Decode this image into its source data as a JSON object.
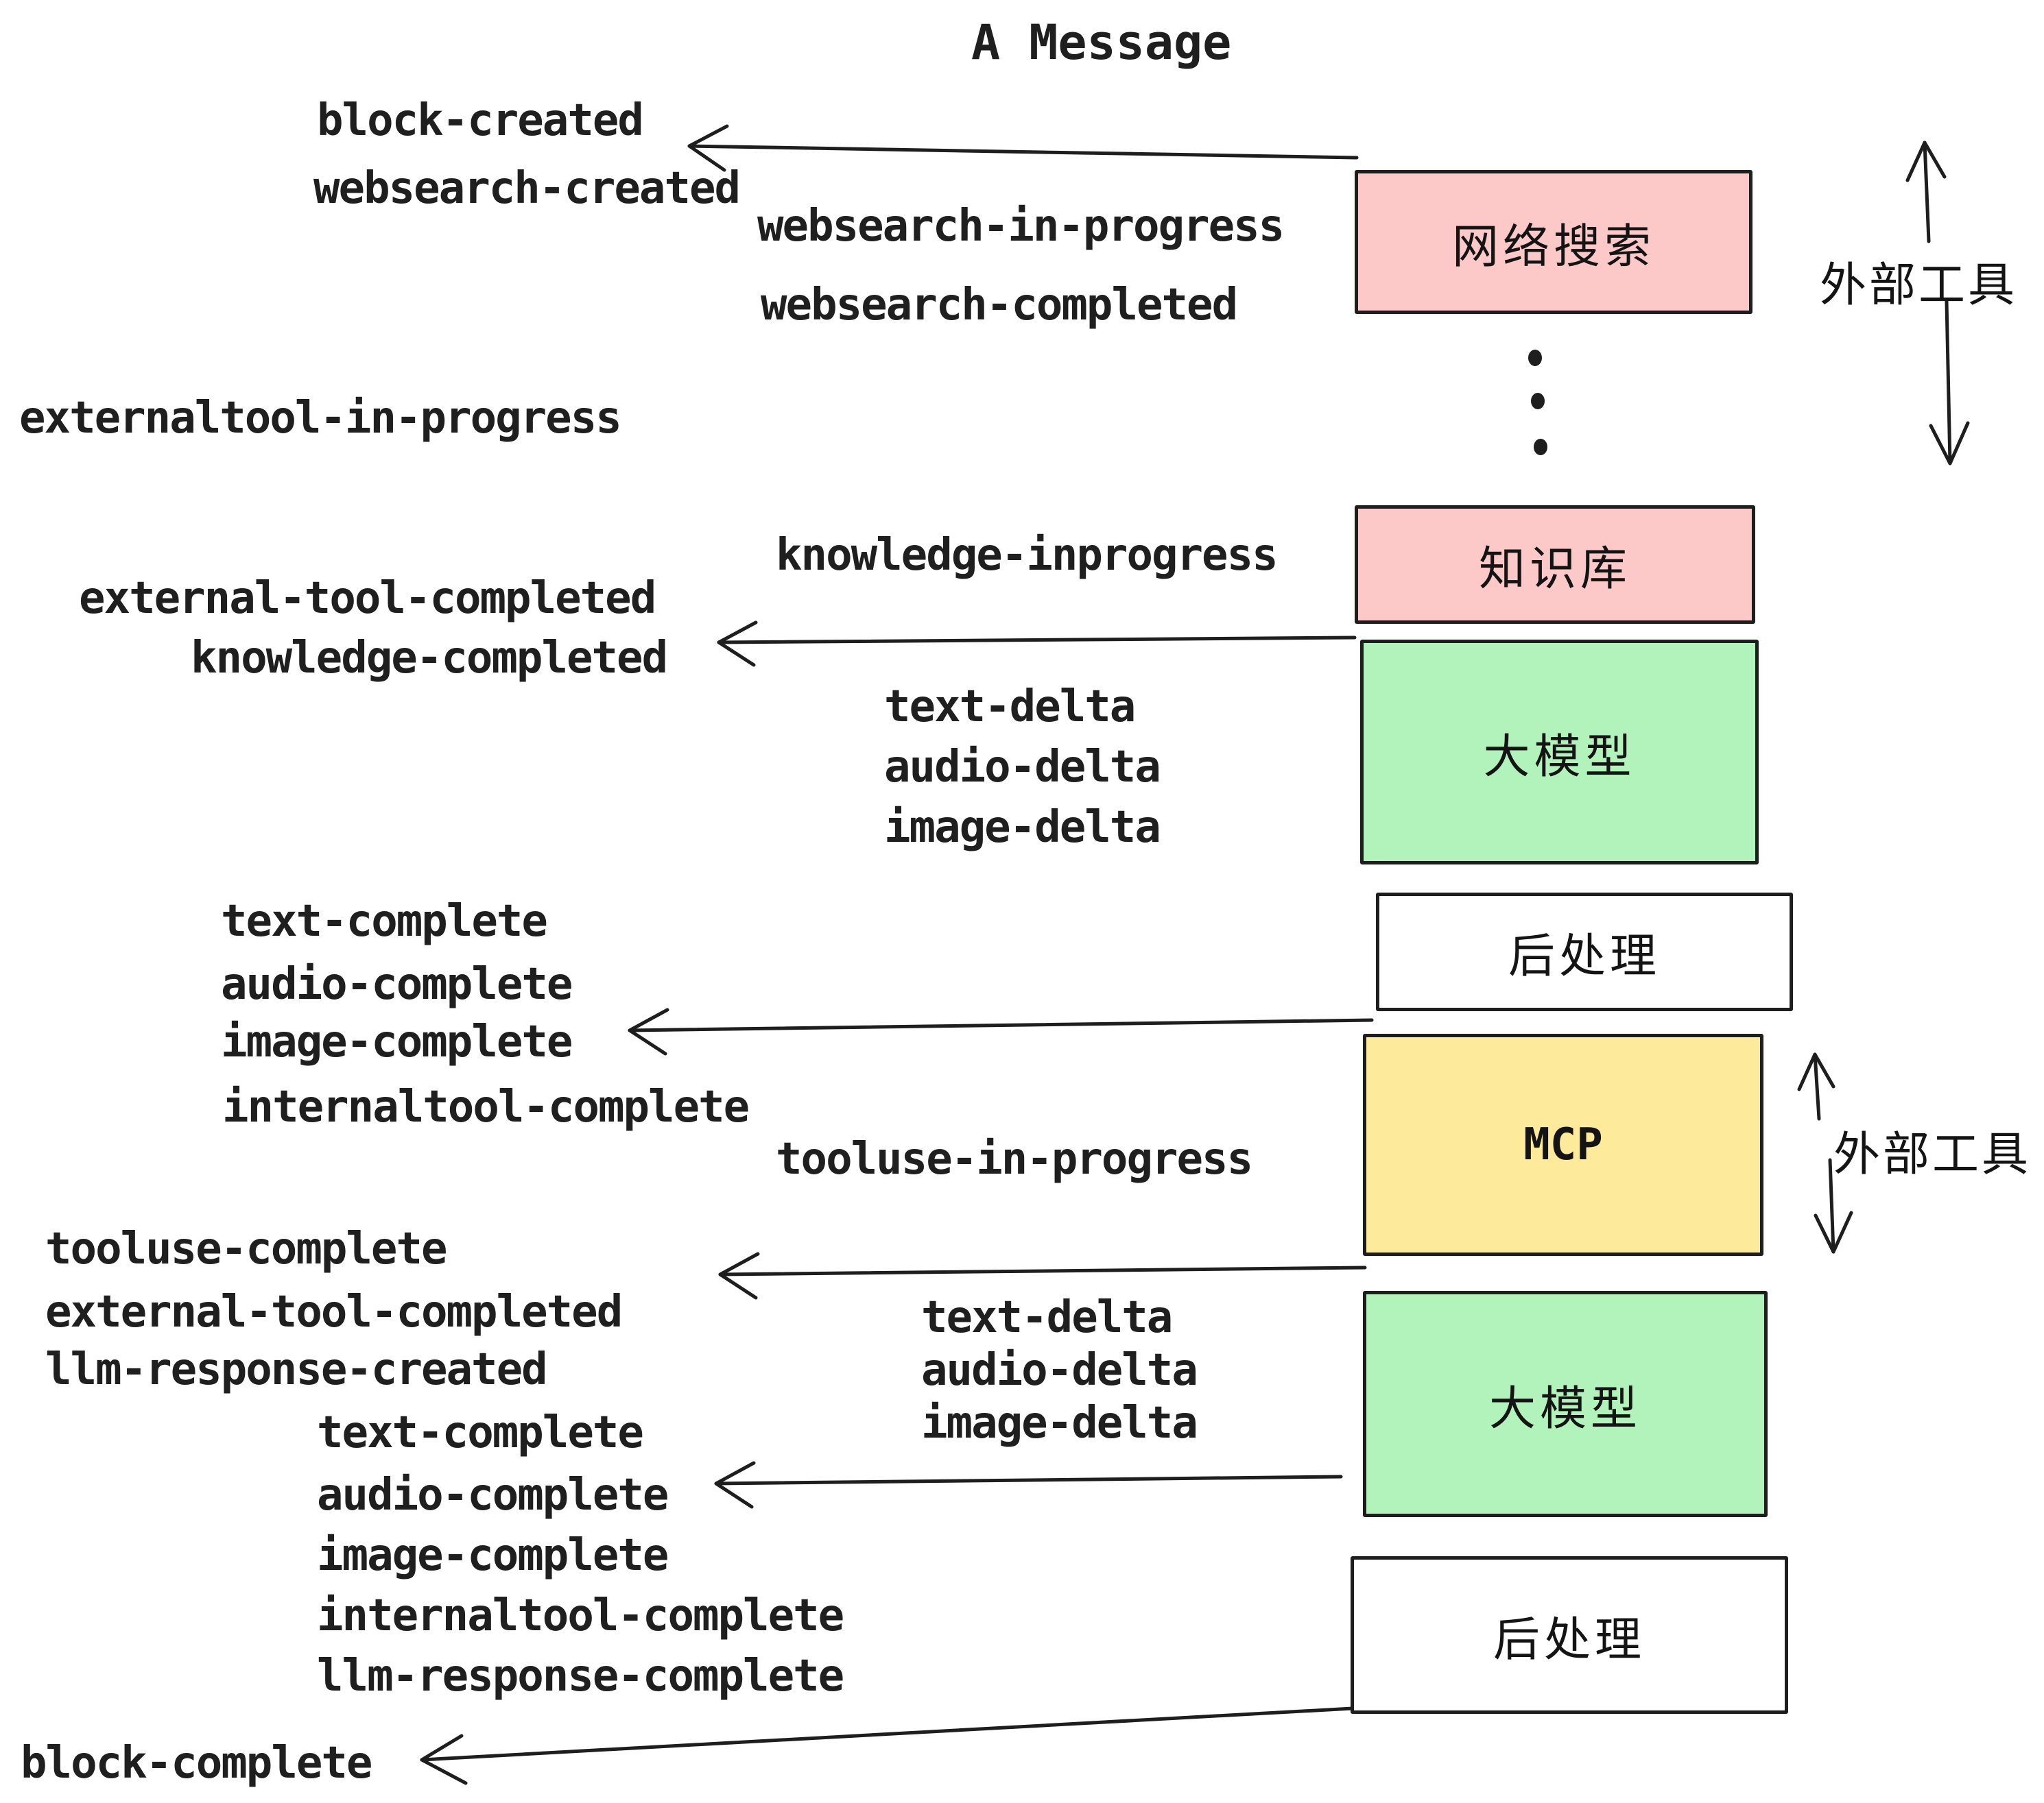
{
  "title": "A Message",
  "colors": {
    "pink": "#fcc8c8",
    "green": "#b2f2bb",
    "yellow": "#fdeb9b",
    "white": "#ffffff",
    "ink": "#1e1e1e"
  },
  "boxes": [
    {
      "id": "websearch",
      "label": "网络搜索",
      "color": "pink"
    },
    {
      "id": "knowledge",
      "label": "知识库",
      "color": "pink"
    },
    {
      "id": "llm-1",
      "label": "大模型",
      "color": "green"
    },
    {
      "id": "post-1",
      "label": "后处理",
      "color": "white"
    },
    {
      "id": "mcp",
      "label": "MCP",
      "color": "yellow"
    },
    {
      "id": "llm-2",
      "label": "大模型",
      "color": "green"
    },
    {
      "id": "post-2",
      "label": "后处理",
      "color": "white"
    }
  ],
  "side_labels": [
    {
      "id": "external-tools-top",
      "label": "外部工具"
    },
    {
      "id": "external-tools-mid",
      "label": "外部工具"
    }
  ],
  "events": [
    {
      "text": "block-created"
    },
    {
      "text": "websearch-created"
    },
    {
      "text": "websearch-in-progress"
    },
    {
      "text": "websearch-completed"
    },
    {
      "text": "externaltool-in-progress"
    },
    {
      "text": "knowledge-inprogress"
    },
    {
      "text": "external-tool-completed"
    },
    {
      "text": "knowledge-completed"
    },
    {
      "text": "text-delta"
    },
    {
      "text": "audio-delta"
    },
    {
      "text": "image-delta"
    },
    {
      "text": "text-complete"
    },
    {
      "text": "audio-complete"
    },
    {
      "text": "image-complete"
    },
    {
      "text": "internaltool-complete"
    },
    {
      "text": "tooluse-in-progress"
    },
    {
      "text": "tooluse-complete"
    },
    {
      "text": "external-tool-completed"
    },
    {
      "text": "llm-response-created"
    },
    {
      "text": "text-complete"
    },
    {
      "text": "audio-complete"
    },
    {
      "text": "image-complete"
    },
    {
      "text": "internaltool-complete"
    },
    {
      "text": "llm-response-complete"
    },
    {
      "text": "block-complete"
    }
  ]
}
